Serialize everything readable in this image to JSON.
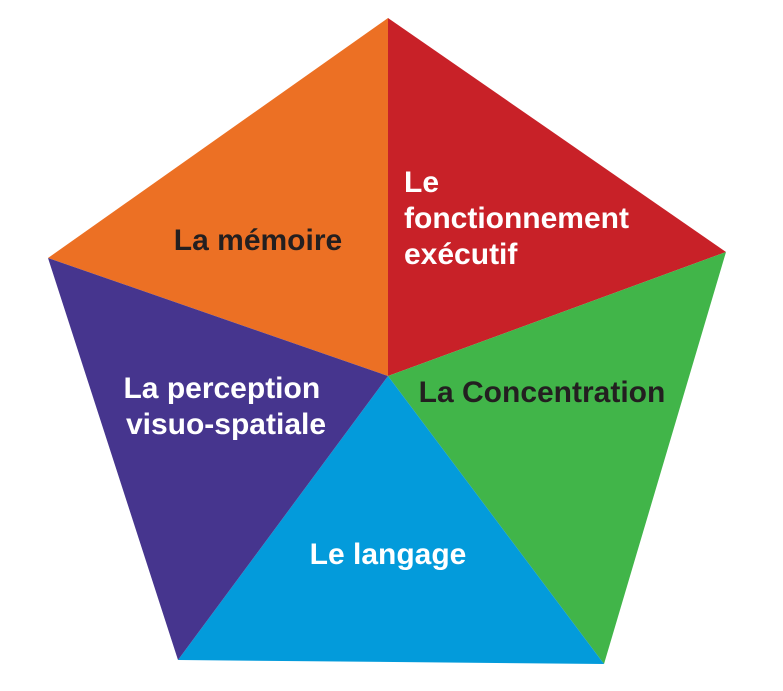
{
  "diagram": {
    "segments": [
      {
        "id": "memoire",
        "lines": [
          "La mémoire"
        ],
        "fill": "#EC7024",
        "text_color": "#231F20"
      },
      {
        "id": "fonctionnement",
        "lines": [
          "Le",
          "fonctionnement",
          "exécutif"
        ],
        "fill": "#C82128",
        "text_color": "#FFFFFF"
      },
      {
        "id": "concentration",
        "lines": [
          "La Concentration"
        ],
        "fill": "#41B549",
        "text_color": "#231F20"
      },
      {
        "id": "langage",
        "lines": [
          "Le langage"
        ],
        "fill": "#039BDB",
        "text_color": "#FFFFFF"
      },
      {
        "id": "perception",
        "lines": [
          "La perception",
          "visuo-spatiale"
        ],
        "fill": "#46358E",
        "text_color": "#FFFFFF"
      }
    ]
  }
}
